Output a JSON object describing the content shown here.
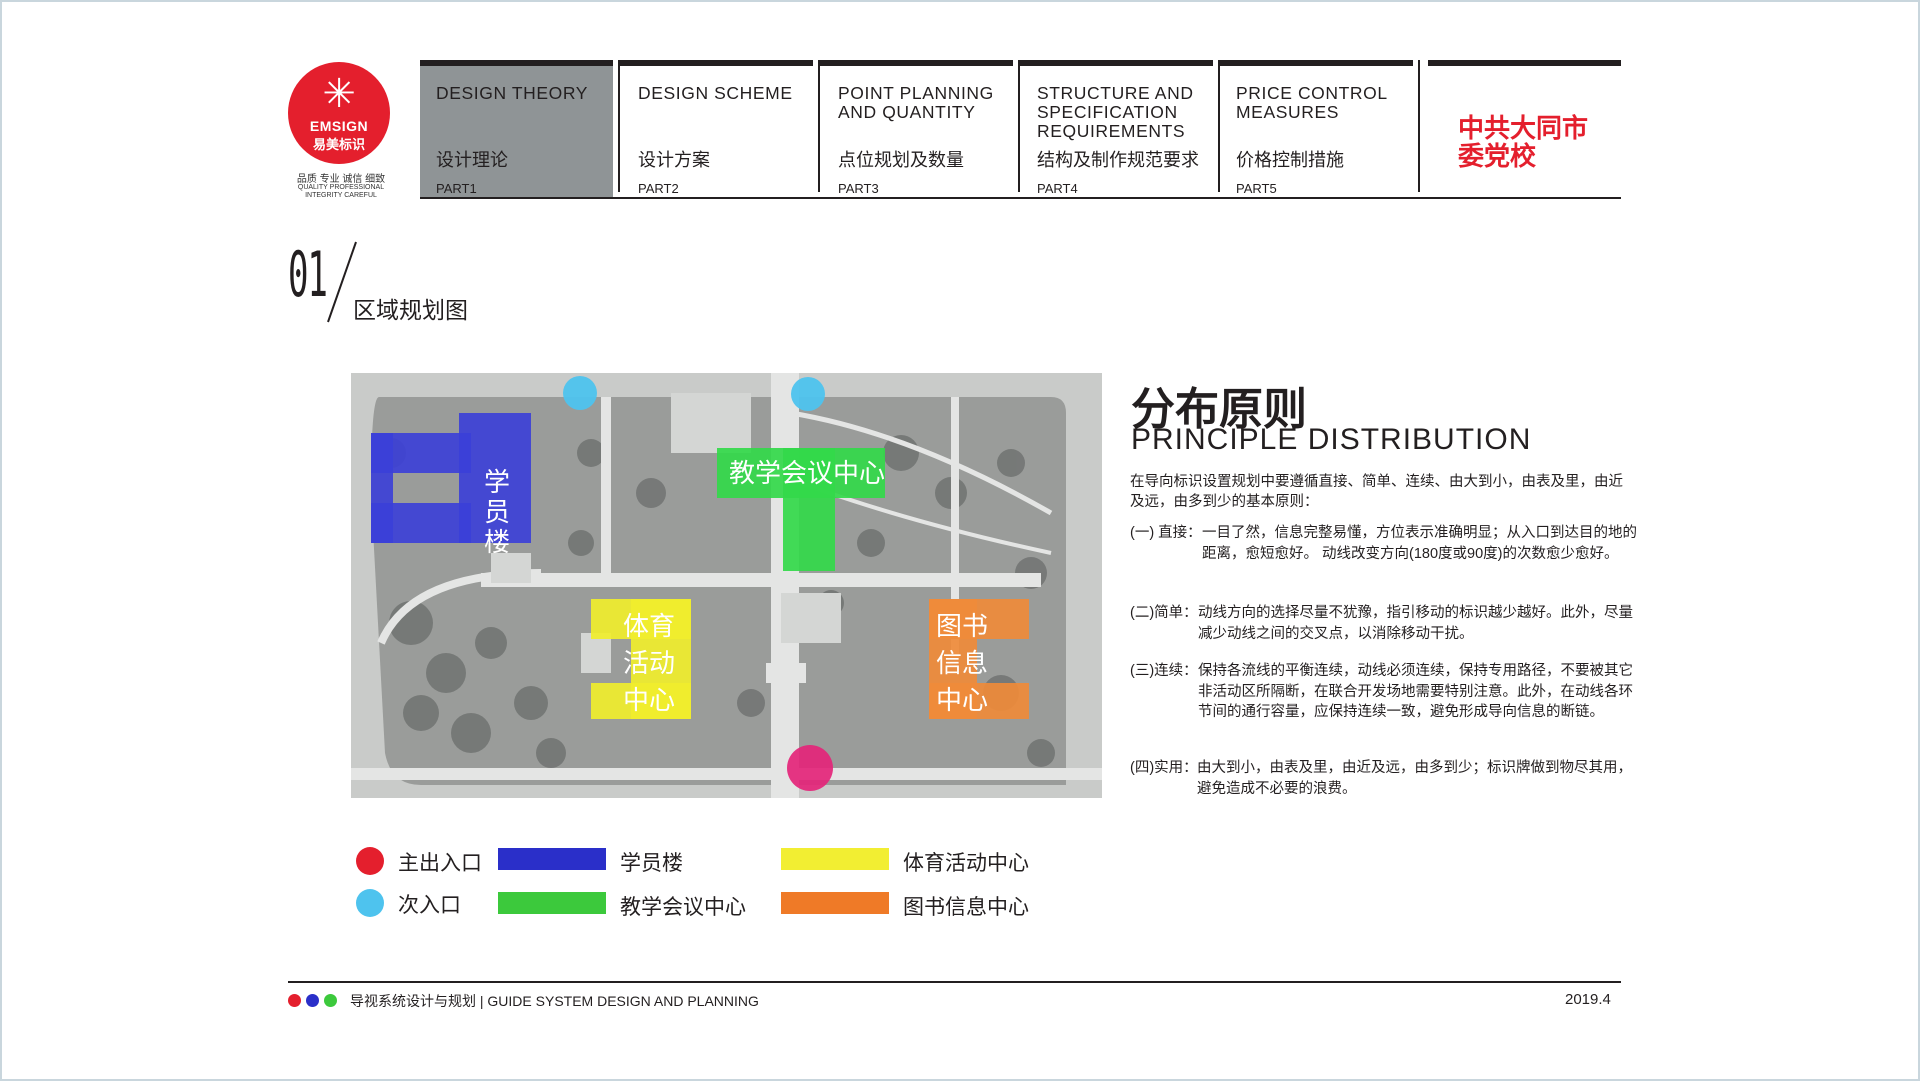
{
  "logo": {
    "brand_en": "EMSIGN",
    "brand_cn": "易美标识",
    "tagline_cn": "品质 专业 诚信 细致",
    "tagline_en": "QUALITY PROFESSIONAL INTEGRITY CAREFUL",
    "icon": "starburst-logo-icon",
    "color": "#e41f2d"
  },
  "nav": {
    "items": [
      {
        "en": "DESIGN THEORY",
        "cn": "设计理论",
        "part": "PART1",
        "active": true
      },
      {
        "en": "DESIGN SCHEME",
        "cn": "设计方案",
        "part": "PART2",
        "active": false
      },
      {
        "en": "POINT PLANNING AND QUANTITY",
        "cn": "点位规划及数量",
        "part": "PART3",
        "active": false
      },
      {
        "en": "STRUCTURE AND SPECIFICATION REQUIREMENTS",
        "cn": "结构及制作规范要求",
        "part": "PART4",
        "active": false
      },
      {
        "en": "PRICE CONTROL MEASURES",
        "cn": "价格控制措施",
        "part": "PART5",
        "active": false
      }
    ],
    "client_line1": "中共大同市",
    "client_line2": "委党校"
  },
  "section": {
    "number": "01",
    "title": "区域规划图"
  },
  "map": {
    "zones": [
      {
        "name": "学员楼",
        "color": "#3b3fd8"
      },
      {
        "name": "教学会议中心",
        "color": "#33d94a"
      },
      {
        "name": "体育活动中心",
        "color": "#f0ee2c"
      },
      {
        "name": "图书信息中心",
        "color": "#ef8b3a"
      }
    ],
    "labels": {
      "dorm": [
        "学",
        "员",
        "楼"
      ],
      "teach": "教学会议中心",
      "sport": [
        "体育",
        "活动",
        "中心"
      ],
      "lib": [
        "图书",
        "信息",
        "中心"
      ]
    }
  },
  "principle": {
    "title_cn": "分布原则",
    "title_en": "PRINCIPLE DISTRIBUTION",
    "intro": "在导向标识设置规划中要遵循直接、简单、连续、由大到小，由表及里，由近及远，由多到少的基本原则：",
    "rules": [
      {
        "label": "(一) 直接：",
        "text": "一目了然，信息完整易懂，方位表示准确明显；从入口到达目的地的距离，愈短愈好。 动线改变方向(180度或90度)的次数愈少愈好。"
      },
      {
        "label": "(二)简单：",
        "text": "动线方向的选择尽量不犹豫，指引移动的标识越少越好。此外，尽量减少动线之间的交叉点，以消除移动干扰。"
      },
      {
        "label": "(三)连续：",
        "text": "保持各流线的平衡连续，动线必须连续，保持专用路径，不要被其它非活动区所隔断，在联合开发场地需要特别注意。此外，在动线各环节间的通行容量，应保持连续一致，避免形成导向信息的断链。"
      },
      {
        "label": "(四)实用：",
        "text": "由大到小，由表及里，由近及远，由多到少；标识牌做到物尽其用，避免造成不必要的浪费。"
      }
    ]
  },
  "legend": {
    "main_entrance": {
      "label": "主出入口",
      "color": "#e41f2d"
    },
    "side_entrance": {
      "label": "次入口",
      "color": "#4ec3ee"
    },
    "dorm": {
      "label": "学员楼",
      "color": "#2a2fc9"
    },
    "teach": {
      "label": "教学会议中心",
      "color": "#3cc93c"
    },
    "sport": {
      "label": "体育活动中心",
      "color": "#f2ee32"
    },
    "lib": {
      "label": "图书信息中心",
      "color": "#ef7a27"
    }
  },
  "footer": {
    "text": "导视系统设计与规划 | GUIDE SYSTEM DESIGN AND PLANNING",
    "date": "2019.4",
    "dot_colors": [
      "#e41f2d",
      "#2a2fc9",
      "#3cc93c"
    ]
  }
}
